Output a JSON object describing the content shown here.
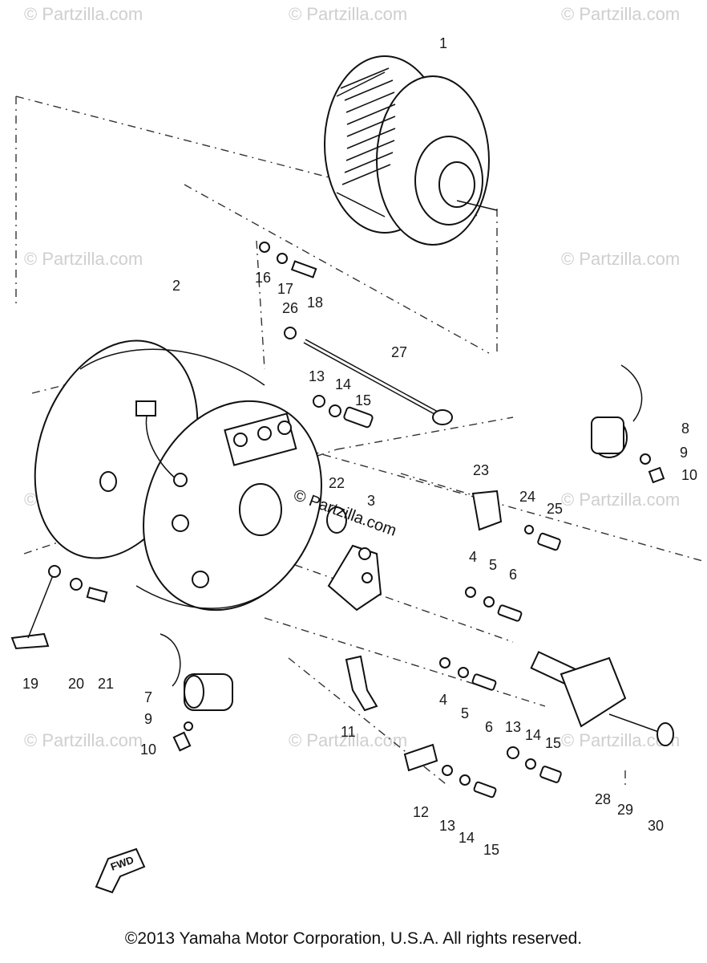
{
  "watermark": "© Partzilla.com",
  "brand_label": "© Partzilla.com",
  "fwd_label": "FWD",
  "copyright": "©2013 Yamaha Motor Corporation, U.S.A. All rights reserved.",
  "callouts": [
    "1",
    "2",
    "3",
    "4",
    "5",
    "6",
    "4",
    "5",
    "6",
    "7",
    "8",
    "9",
    "10",
    "9",
    "10",
    "11",
    "12",
    "13",
    "14",
    "15",
    "13",
    "14",
    "15",
    "13",
    "14",
    "15",
    "16",
    "17",
    "18",
    "19",
    "20",
    "21",
    "22",
    "23",
    "24",
    "25",
    "26",
    "27",
    "28",
    "29",
    "30"
  ]
}
